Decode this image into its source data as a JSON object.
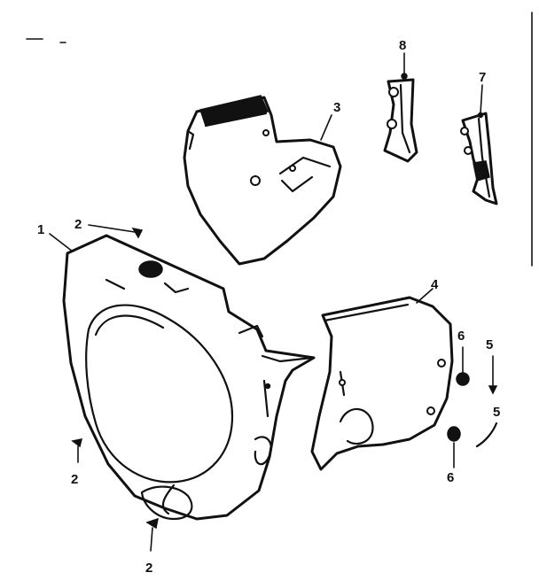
{
  "callouts": {
    "housing": "1",
    "screw_top": "2",
    "screw_left": "2",
    "screw_bottom": "2",
    "cover": "3",
    "side_shield": "4",
    "screw_right": "5",
    "clip_right": "5",
    "nut_upper": "6",
    "nut_lower": "6",
    "bracket_small": "7",
    "bracket_large": "8"
  }
}
